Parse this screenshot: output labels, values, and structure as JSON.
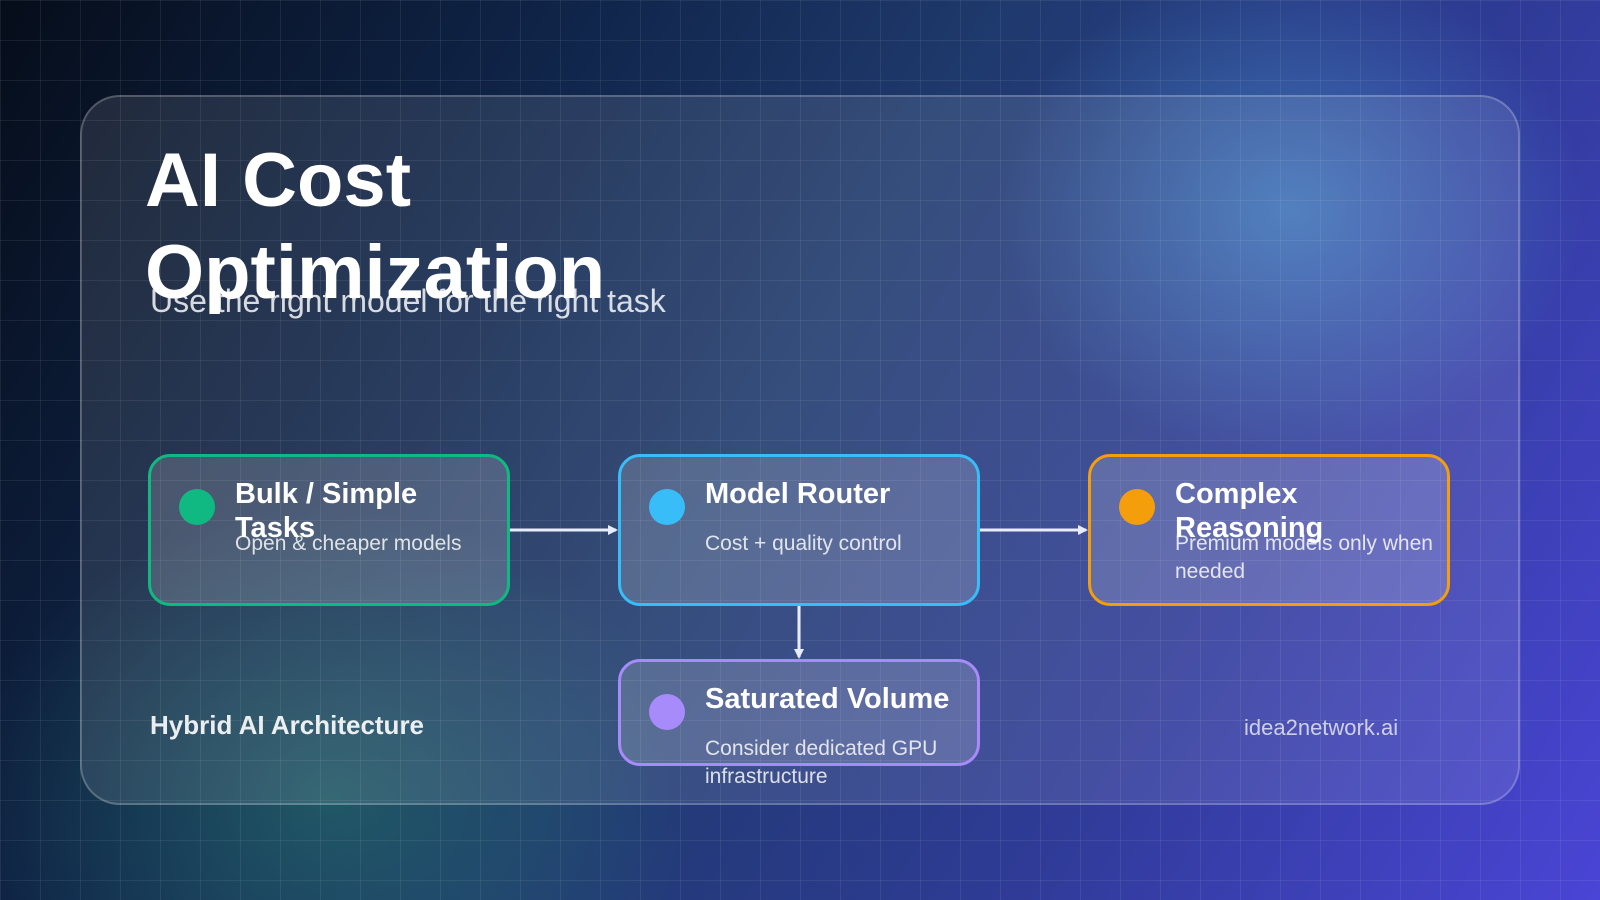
{
  "slide": {
    "title": "AI Cost Optimization",
    "subtitle": "Use the right model for the right task",
    "footer_left": "Hybrid AI Architecture",
    "footer_right": "idea2network.ai"
  },
  "nodes": [
    {
      "id": "bulk",
      "label": "Bulk / Simple Tasks",
      "description": "Open & cheaper models",
      "color": "#10b981"
    },
    {
      "id": "router",
      "label": "Model Router",
      "description": "Cost + quality control",
      "color": "#38bdf8"
    },
    {
      "id": "complex",
      "label": "Complex Reasoning",
      "description": "Premium models only when needed",
      "color": "#f59e0b"
    },
    {
      "id": "saturated",
      "label": "Saturated Volume",
      "description": "Consider dedicated GPU infrastructure",
      "color": "#a78bfa"
    }
  ],
  "edges": [
    {
      "from": "bulk",
      "to": "router"
    },
    {
      "from": "router",
      "to": "complex"
    },
    {
      "from": "router",
      "to": "saturated"
    }
  ]
}
